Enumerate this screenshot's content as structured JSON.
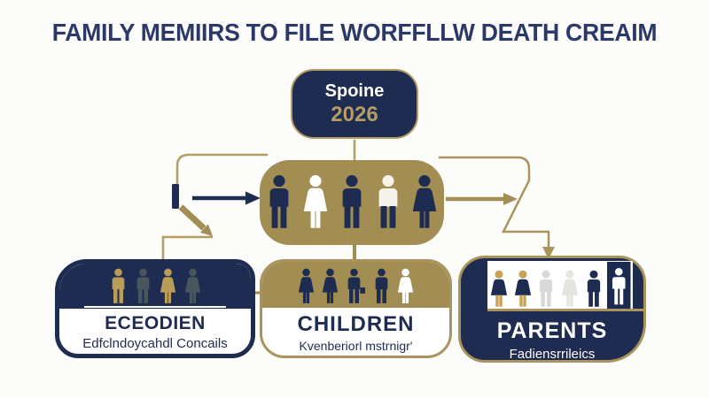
{
  "title": "FAMILY MEMIIRS TO FILE WORFFLLW DEATH CREAIM",
  "colors": {
    "navy": "#1f2c52",
    "title_navy": "#2a3967",
    "gold": "#a28d52",
    "gold_border": "#b49c62",
    "slate_figure": "#49565e",
    "gold_figure": "#b89c58",
    "pale_figure": "#d9d9d9",
    "tan": "#c9a258",
    "white": "#ffffff"
  },
  "nodes": {
    "spouse": {
      "label": "Spoine",
      "year": "2026"
    },
    "family": {
      "figures": [
        {
          "type": "man",
          "body": "#1f2c52"
        },
        {
          "type": "woman",
          "body": "#ffffff"
        },
        {
          "type": "man",
          "body": "#1f2c52"
        },
        {
          "type": "man",
          "body": "#f6f3ec",
          "legs": "#1f2c52"
        },
        {
          "type": "woman",
          "body": "#1f2c52"
        }
      ]
    },
    "left": {
      "heading": "ECEODIEN",
      "subtitle": "Edfclndoycahdl Concails",
      "figures": [
        {
          "type": "man",
          "body": "#b89c58"
        },
        {
          "type": "man",
          "body": "#49565e"
        },
        {
          "type": "woman",
          "body": "#b89c58"
        },
        {
          "type": "woman",
          "body": "#49565e"
        }
      ]
    },
    "middle": {
      "heading": "CHILDREN",
      "subtitle": "Kvenberiorl mstrnigr'",
      "figures": [
        {
          "type": "woman",
          "body": "#1f2c52"
        },
        {
          "type": "woman",
          "body": "#1f2c52"
        },
        {
          "type": "man-case",
          "body": "#1f2c52"
        },
        {
          "type": "man",
          "body": "#1f2c52"
        },
        {
          "type": "woman",
          "body": "#ffffff"
        }
      ]
    },
    "right": {
      "heading": "PARENTS",
      "subtitle": "Fadiensrrileics",
      "figures": [
        {
          "type": "woman",
          "body": "#1f2c52",
          "head": "#c9a258",
          "legs": "#c9a258"
        },
        {
          "type": "woman",
          "body": "#1f2c52",
          "head": "#c9a258",
          "legs": "#c9a258"
        },
        {
          "type": "man",
          "body": "#d9d9d9"
        },
        {
          "type": "woman",
          "body": "#e6e4de"
        },
        {
          "type": "man",
          "body": "#1f2c52"
        },
        {
          "type": "door-man",
          "body": "#ffffff"
        }
      ]
    }
  }
}
